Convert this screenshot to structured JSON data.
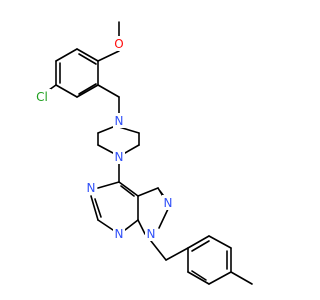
{
  "molecule": {
    "colors": {
      "bond": "#000000",
      "nitrogen": "#3050F8",
      "oxygen": "#FF0D0D",
      "chlorine": "#1FA01F",
      "background": "#FFFFFF"
    },
    "atom_labels": {
      "chlorine": "Cl",
      "methoxy_oxygen": "O",
      "piperazine_n_top": "N",
      "piperazine_n_bottom": "N",
      "pyrimidine_n_left": "N",
      "pyrimidine_n_bottom": "N",
      "pyrazole_n_upper": "N",
      "pyrazole_n_lower": "N"
    }
  }
}
